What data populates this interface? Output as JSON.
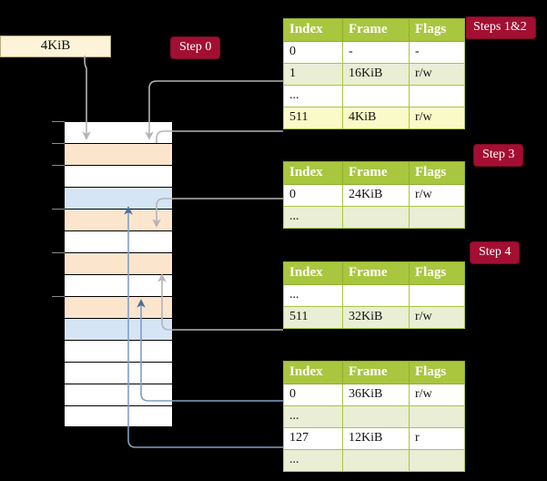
{
  "diagram": {
    "title_labels": {
      "step0": "Step 0",
      "steps12": "Steps 1&2",
      "step3": "Step 3",
      "step4": "Step 4"
    },
    "virtual_address_box": {
      "label": "4KiB"
    },
    "colors": {
      "badge_bg": "#a30f32",
      "badge_text": "#ffffff",
      "table_header_bg": "#a9c63f",
      "table_alt_row_bg": "#e9eed4",
      "table_highlight_bg": "#fafac8",
      "memory_orange": "#fce5cd",
      "memory_blue": "#d6e5f5",
      "vaddr_box_bg": "#fcf3d9",
      "wire_gray": "#b4b4b4",
      "wire_blue": "#7e9fc4",
      "background": "#000000"
    },
    "tables": [
      {
        "name": "pml4-table",
        "columns": [
          "Index",
          "Frame",
          "Flags"
        ],
        "rows": [
          {
            "index": "0",
            "frame": "-",
            "flags": "-",
            "style": "plain"
          },
          {
            "index": "1",
            "frame": "16KiB",
            "flags": "r/w",
            "style": "alt"
          },
          {
            "index": "...",
            "frame": "",
            "flags": "",
            "style": "plain"
          },
          {
            "index": "511",
            "frame": "4KiB",
            "flags": "r/w",
            "style": "hl"
          }
        ]
      },
      {
        "name": "pdp-table",
        "columns": [
          "Index",
          "Frame",
          "Flags"
        ],
        "rows": [
          {
            "index": "0",
            "frame": "24KiB",
            "flags": "r/w",
            "style": "plain"
          },
          {
            "index": "...",
            "frame": "",
            "flags": "",
            "style": "alt"
          }
        ]
      },
      {
        "name": "pd-table",
        "columns": [
          "Index",
          "Frame",
          "Flags"
        ],
        "rows": [
          {
            "index": "...",
            "frame": "",
            "flags": "",
            "style": "plain"
          },
          {
            "index": "511",
            "frame": "32KiB",
            "flags": "r/w",
            "style": "alt"
          }
        ]
      },
      {
        "name": "pt-table",
        "columns": [
          "Index",
          "Frame",
          "Flags"
        ],
        "rows": [
          {
            "index": "0",
            "frame": "36KiB",
            "flags": "r/w",
            "style": "plain"
          },
          {
            "index": "...",
            "frame": "",
            "flags": "",
            "style": "alt"
          },
          {
            "index": "127",
            "frame": "12KiB",
            "flags": "r",
            "style": "plain"
          },
          {
            "index": "...",
            "frame": "",
            "flags": "",
            "style": "alt"
          }
        ]
      }
    ],
    "memory_column": {
      "name": "physical-memory-column",
      "rows": [
        {
          "fill": "white"
        },
        {
          "fill": "orange"
        },
        {
          "fill": "white"
        },
        {
          "fill": "blue"
        },
        {
          "fill": "orange"
        },
        {
          "fill": "white"
        },
        {
          "fill": "orange"
        },
        {
          "fill": "white"
        },
        {
          "fill": "orange"
        },
        {
          "fill": "blue"
        },
        {
          "fill": "white"
        },
        {
          "fill": "white"
        },
        {
          "fill": "white"
        },
        {
          "fill": "white"
        }
      ]
    }
  }
}
